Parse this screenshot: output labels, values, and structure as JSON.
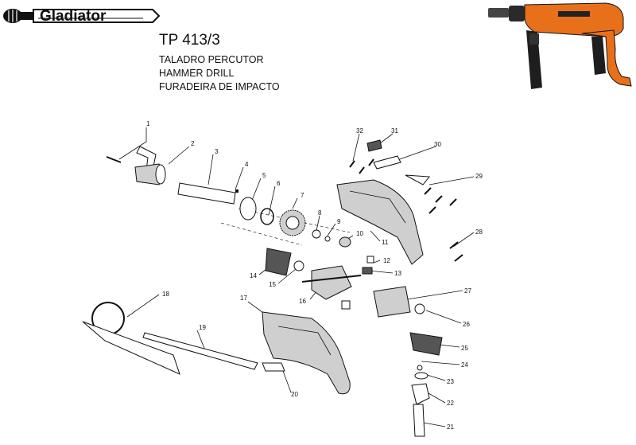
{
  "brand": {
    "name": "Gladiator"
  },
  "header": {
    "model": "TP 413/3",
    "titles": [
      "TALADRO PERCUTOR",
      "HAMMER DRILL",
      "FURADEIRA DE IMPACTO"
    ]
  },
  "parts": [
    "1",
    "2",
    "3",
    "4",
    "5",
    "6",
    "7",
    "8",
    "9",
    "10",
    "11",
    "12",
    "13",
    "14",
    "15",
    "16",
    "17",
    "18",
    "19",
    "20",
    "21",
    "22",
    "23",
    "24",
    "25",
    "26",
    "27",
    "28",
    "29",
    "30",
    "31",
    "32"
  ],
  "colors": {
    "drill_body": "#e8701a",
    "drill_dark": "#1e1e1e",
    "line": "#111111"
  }
}
